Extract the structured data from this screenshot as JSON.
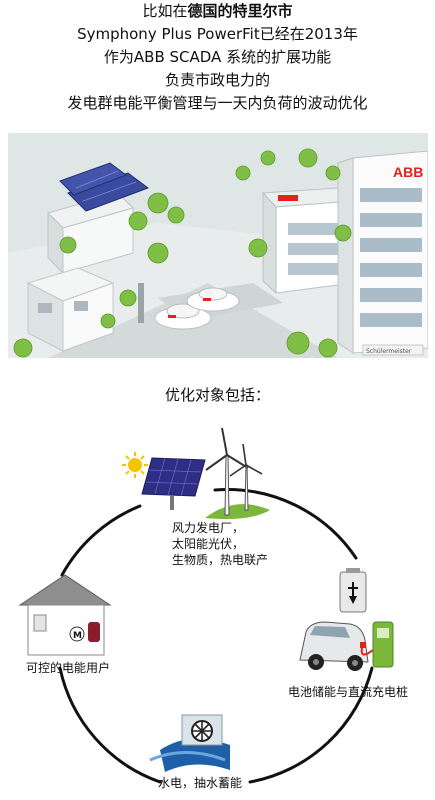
{
  "header": {
    "line1_prefix": "比如在",
    "line1_bold": "德国的特里尔市",
    "line2": "Symphony Plus PowerFit已经在2013年",
    "line3": "作为ABB SCADA 系统的扩展功能",
    "line4": "负责市政电力的",
    "line5": "发电群电能平衡管理与一天内负荷的波动优化"
  },
  "illustration": {
    "brand_label": "ABB",
    "logo_mark": "Schülermeister"
  },
  "diagram": {
    "title": "优化对象包括：",
    "nodes": [
      {
        "id": "generation",
        "icon": "wind-solar-icon",
        "lines": [
          "风力发电厂，",
          "太阳能光伏，",
          "生物质，热电联产"
        ]
      },
      {
        "id": "storage",
        "icon": "battery-ev-charger-icon",
        "lines": [
          "电池储能与直流充电桩"
        ]
      },
      {
        "id": "hydro",
        "icon": "hydro-turbine-icon",
        "lines": [
          "水电，抽水蓄能"
        ]
      },
      {
        "id": "consumer",
        "icon": "house-motor-icon",
        "lines": [
          "可控的电能用户"
        ]
      }
    ]
  },
  "colors": {
    "brand_red": "#e2231a",
    "sky": "#c9e8f5",
    "grass": "#7ab73a",
    "water": "#1f5fa8"
  }
}
